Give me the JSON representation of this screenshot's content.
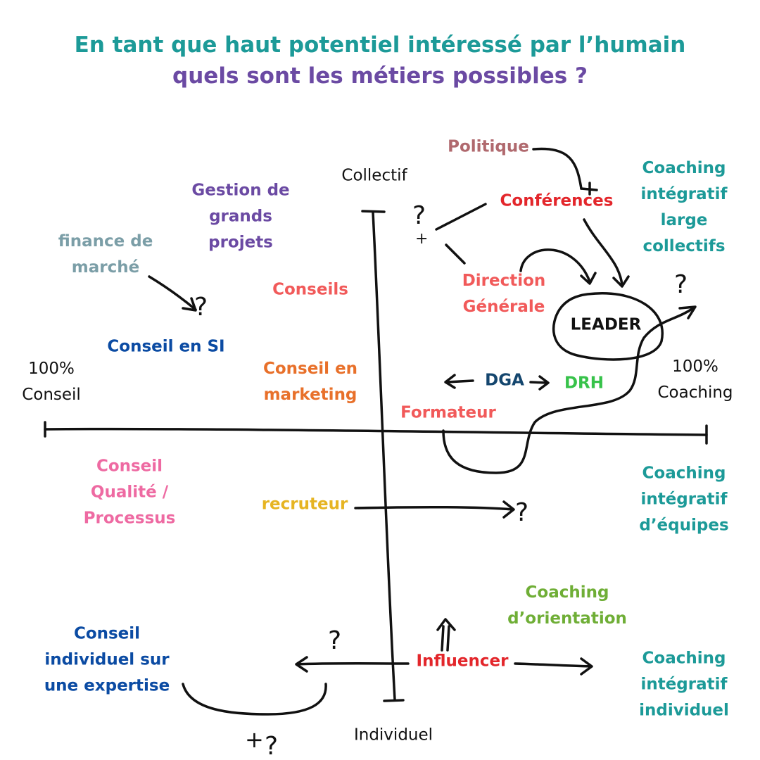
{
  "title": {
    "line1": "En tant que haut potentiel intéressé par l’humain",
    "line2": "quels sont les métiers possibles ?"
  },
  "axes": {
    "top": "Collectif",
    "bottom": "Individuel",
    "left": "100%\nConseil",
    "right": "100%\nCoaching"
  },
  "center": {
    "leader": "LEADER"
  },
  "labels": {
    "politique": "Politique",
    "conferences": "Conférences",
    "coaching_large": "Coaching\nintégratif\nlarge\ncollectifs",
    "gestion_projets": "Gestion de\ngrands\nprojets",
    "finance": "finance de\nmarché",
    "conseils": "Conseils",
    "direction_generale": "Direction\nGénérale",
    "conseil_si": "Conseil en SI",
    "conseil_marketing": "Conseil en\nmarketing",
    "dga": "DGA",
    "drh": "DRH",
    "formateur": "Formateur",
    "conseil_qualite": "Conseil\nQualité /\nProcessus",
    "recruteur": "recruteur",
    "coaching_equipes": "Coaching\nintégratif\nd’équipes",
    "coaching_orientation": "Coaching\nd’orientation",
    "conseil_individuel": "Conseil\nindividuel sur\nune expertise",
    "influencer": "Influencer",
    "coaching_individuel": "Coaching\nintégratif\nindividuel"
  },
  "marks": {
    "question": "?",
    "plus": "+"
  },
  "colors": {
    "teal": "#1c9a98",
    "purple": "#6b4aa3",
    "dusty_rose": "#b0696e",
    "red": "#e3262b",
    "coral": "#f15a5a",
    "grey_blue": "#7b9ea7",
    "blue": "#0b4ba3",
    "orange": "#e8702a",
    "navy": "#14466e",
    "green": "#37c24a",
    "pink": "#ee6aa2",
    "gold": "#e6b422",
    "olive": "#6fae36"
  }
}
